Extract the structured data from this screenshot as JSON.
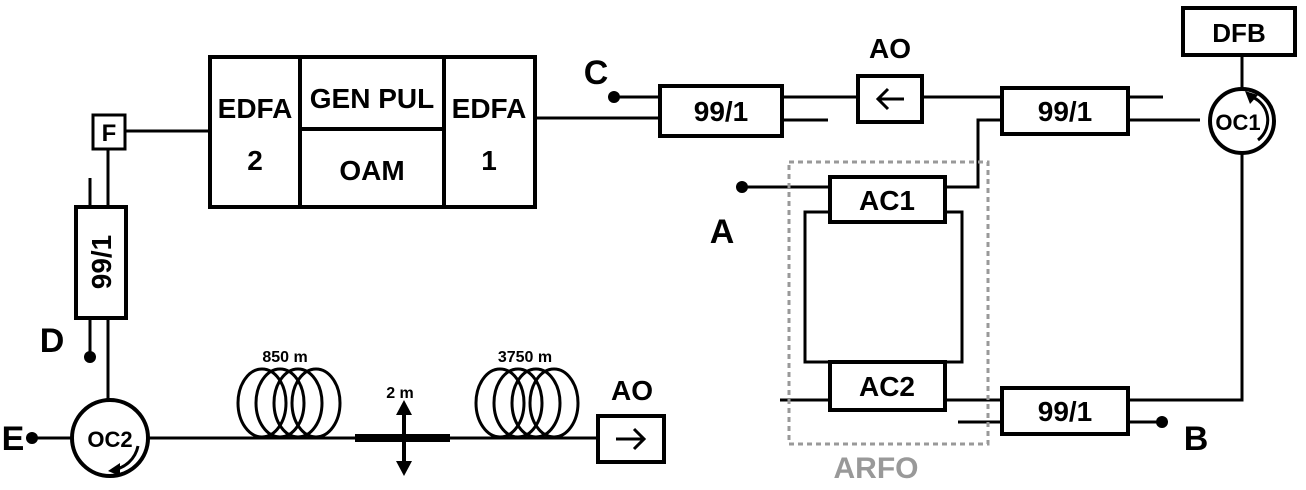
{
  "labels": {
    "dfb": "DFB",
    "oc1": "OC1",
    "oc2": "OC2",
    "ao_top": "AO",
    "ao_bottom": "AO",
    "edfa2_line1": "EDFA",
    "edfa2_line2": "2",
    "edfa1_line1": "EDFA",
    "edfa1_line2": "1",
    "gen_pul": "GEN PUL",
    "oam": "OAM",
    "filter": "F",
    "coupler_top_left": "99/1",
    "coupler_top_right": "99/1",
    "coupler_bottom_right": "99/1",
    "coupler_vertical": "99/1",
    "ac1": "AC1",
    "ac2": "AC2",
    "arfo": "ARFO",
    "fiber_850": "850 m",
    "fiber_3750": "3750 m",
    "fiber_2m": "2 m",
    "point_a": "A",
    "point_b": "B",
    "point_c": "C",
    "point_d": "D",
    "point_e": "E"
  },
  "colors": {
    "line": "#000000",
    "arfo_dashed": "#999999",
    "background": "#ffffff"
  },
  "icons": {
    "isolator_top": "arrow-left-icon",
    "isolator_bottom": "arrow-right-icon",
    "circulator": "circular-arrow-icon",
    "fiber_coil": "fiber-coil-icon",
    "stretch": "double-arrow-icon"
  }
}
